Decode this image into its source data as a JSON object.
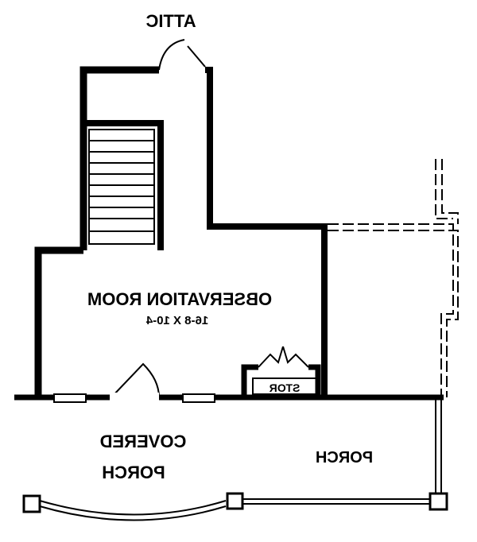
{
  "labels": {
    "attic": "ATTIC",
    "room_name": "OBSERVATION ROOM",
    "room_size": "16-8 X 10-4",
    "storage": "STOR",
    "covered_porch_1": "COVERED",
    "covered_porch_2": "PORCH",
    "porch": "PORCH"
  },
  "colors": {
    "ink": "#000000",
    "paper": "#ffffff"
  }
}
